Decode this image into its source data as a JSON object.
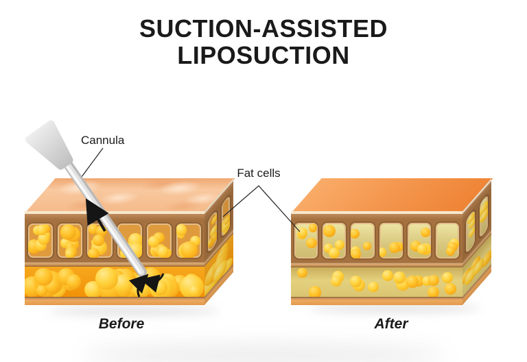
{
  "title": {
    "line1": "SUCTION-ASSISTED",
    "line2": "LIPOSUCTION"
  },
  "labels": {
    "cannula": "Cannula",
    "fat_cells": "Fat cells",
    "before": "Before",
    "after": "After"
  },
  "icons": {
    "suction_arrow": "straight-arrow-up-left-on-cannula-shaft",
    "fat_flow_arrows": "two-curved-arrows-at-cannula-tip",
    "leader_lines": "thin-black-pointer-lines"
  },
  "colors": {
    "background": "#FFFFFF",
    "title_text": "#1A1A1A",
    "label_text": "#1A1A1A",
    "skin_before_peach": "#F6BE8F",
    "skin_after_orange": "#F08A3C",
    "epidermis_cream": "#F8E8CC",
    "dermis_brown": "#A5713F",
    "cell_wall_dark": "#8F6134",
    "cell_wall_light": "#E3BE8A",
    "fat_sphere_yellow": "#FFD23B",
    "fat_sphere_shadow": "#F3A30D",
    "deep_fat_before": "#F29208",
    "deep_fat_after": "#D9C472",
    "base_strip": "#EDA95F",
    "cannula_gray": "#D9D9D9",
    "arrow_black": "#151515"
  }
}
